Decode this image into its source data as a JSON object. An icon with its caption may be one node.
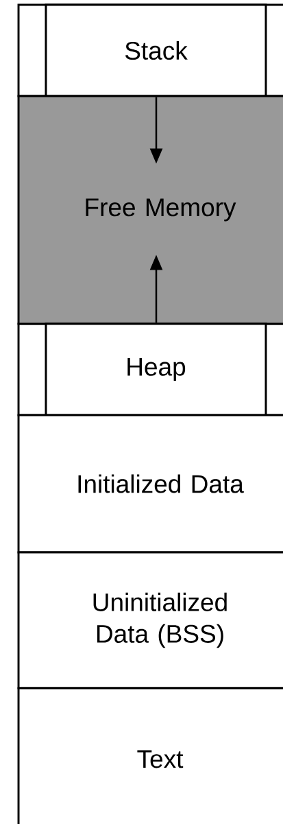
{
  "diagram": {
    "nodes": [
      {
        "text": [
          "Stack"
        ]
      },
      {
        "text": [
          "Free Memory"
        ]
      },
      {
        "text": [
          "Heap"
        ]
      },
      {
        "text": [
          "Initialized Data"
        ]
      },
      {
        "text": [
          "Uninitialized Data (BSS)"
        ]
      },
      {
        "text": [
          "Text"
        ]
      }
    ],
    "edges": [
      {
        "from": 0,
        "to": 1,
        "arrow": "to"
      },
      {
        "from": 2,
        "to": 1,
        "arrow": "to"
      }
    ]
  }
}
